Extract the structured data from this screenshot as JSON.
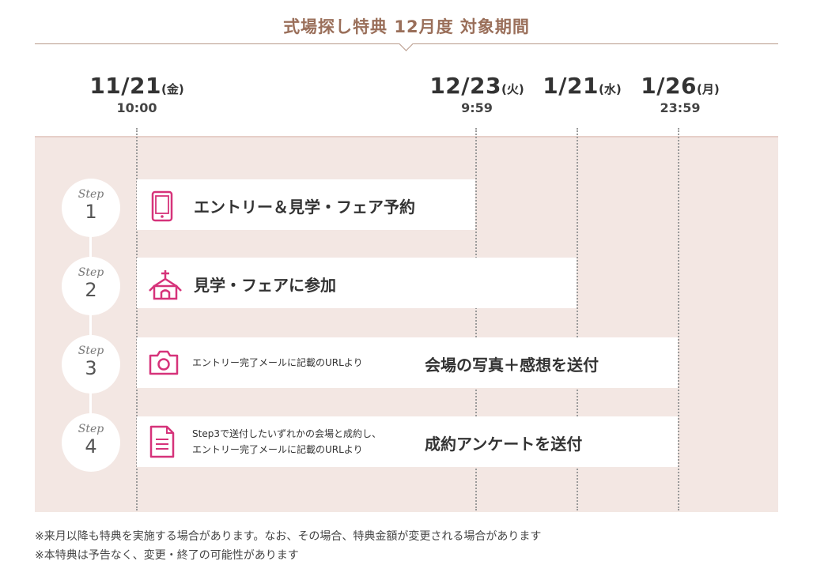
{
  "title": "式場探し特典 12月度 対象期間",
  "dates": [
    {
      "date": "11/21",
      "weekday": "(金)",
      "time": "10:00"
    },
    {
      "date": "12/23",
      "weekday": "(火)",
      "time": "9:59"
    },
    {
      "date": "1/21",
      "weekday": "(水)",
      "time": ""
    },
    {
      "date": "1/26",
      "weekday": "(月)",
      "time": "23:59"
    }
  ],
  "steps": [
    {
      "word": "Step",
      "number": "1",
      "icon": "smartphone-icon",
      "label": "エントリー＆見学・フェア予約",
      "sub": ""
    },
    {
      "word": "Step",
      "number": "2",
      "icon": "chapel-icon",
      "label": "見学・フェアに参加",
      "sub": ""
    },
    {
      "word": "Step",
      "number": "3",
      "icon": "camera-icon",
      "label": "会場の写真＋感想を送付",
      "sub": "エントリー完了メールに記載のURLより"
    },
    {
      "word": "Step",
      "number": "4",
      "icon": "document-icon",
      "label": "成約アンケートを送付",
      "sub_line1": "Step3で送付したいずれかの会場と成約し、",
      "sub_line2": "エントリー完了メールに記載のURLより"
    }
  ],
  "notes": [
    "※来月以降も特典を実施する場合があります。なお、その場合、特典金額が変更される場合があります",
    "※本特典は予告なく、変更・終了の可能性があります"
  ],
  "colors": {
    "accent": "#d6337a",
    "title": "#9a6f5a",
    "band": "#f3e7e3"
  }
}
